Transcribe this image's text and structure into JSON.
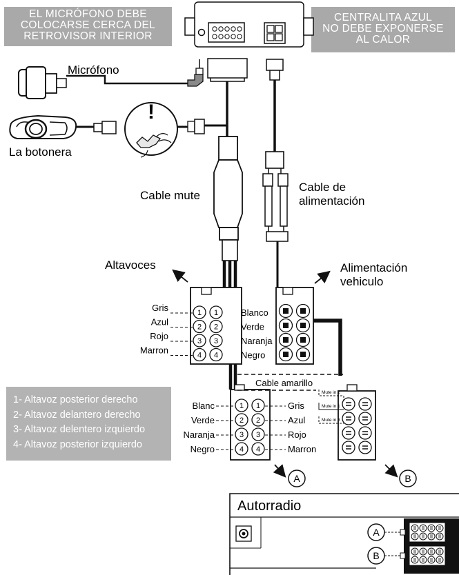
{
  "notices": {
    "microphone": [
      "EL MICRÓFONO DEBE",
      "COLOCARSE CERCA DEL",
      "RETROVISOR INTERIOR"
    ],
    "unit": [
      "CENTRALITA AZUL",
      "NO DEBE EXPONERSE",
      "AL CALOR"
    ]
  },
  "labels": {
    "microphone": "Micrófono",
    "button_panel": "La botonera",
    "mute_cable": "Cable mute",
    "power_cable": [
      "Cable de",
      "alimentación"
    ],
    "speakers": "Altavoces",
    "vehicle_power": [
      "Alimentación",
      "vehiculo"
    ],
    "yellow_cable": "Cable amarillo",
    "radio": "Autorradio",
    "connector_a": "A",
    "connector_b": "B",
    "warning_mark": "!"
  },
  "speaker_connector": {
    "left_colors": [
      "Gris",
      "Azul",
      "Rojo",
      "Marron"
    ],
    "right_colors": [
      "Blanco",
      "Verde",
      "Naranja",
      "Negro"
    ],
    "pins": [
      "1",
      "2",
      "3",
      "4"
    ]
  },
  "radio_connector": {
    "left_colors": [
      "Blanc",
      "Verde",
      "Naranja",
      "Negro"
    ],
    "right_colors": [
      "Gris",
      "Azul",
      "Rojo",
      "Marron"
    ],
    "pins": [
      "1",
      "2",
      "3",
      "4"
    ]
  },
  "mute_inputs": [
    "Mute in 2",
    "Mute in 1",
    "Mute in 3"
  ],
  "speaker_legend": [
    "1- Altavoz posterior derecho",
    "2- Altavoz delantero derecho",
    "3- Altavoz delentero izquierdo",
    "4- Altavoz posterior izquierdo"
  ],
  "colors": {
    "notice_bg": "#a9a9a9",
    "legend_bg": "#b3b3b3",
    "line": "#111111"
  }
}
